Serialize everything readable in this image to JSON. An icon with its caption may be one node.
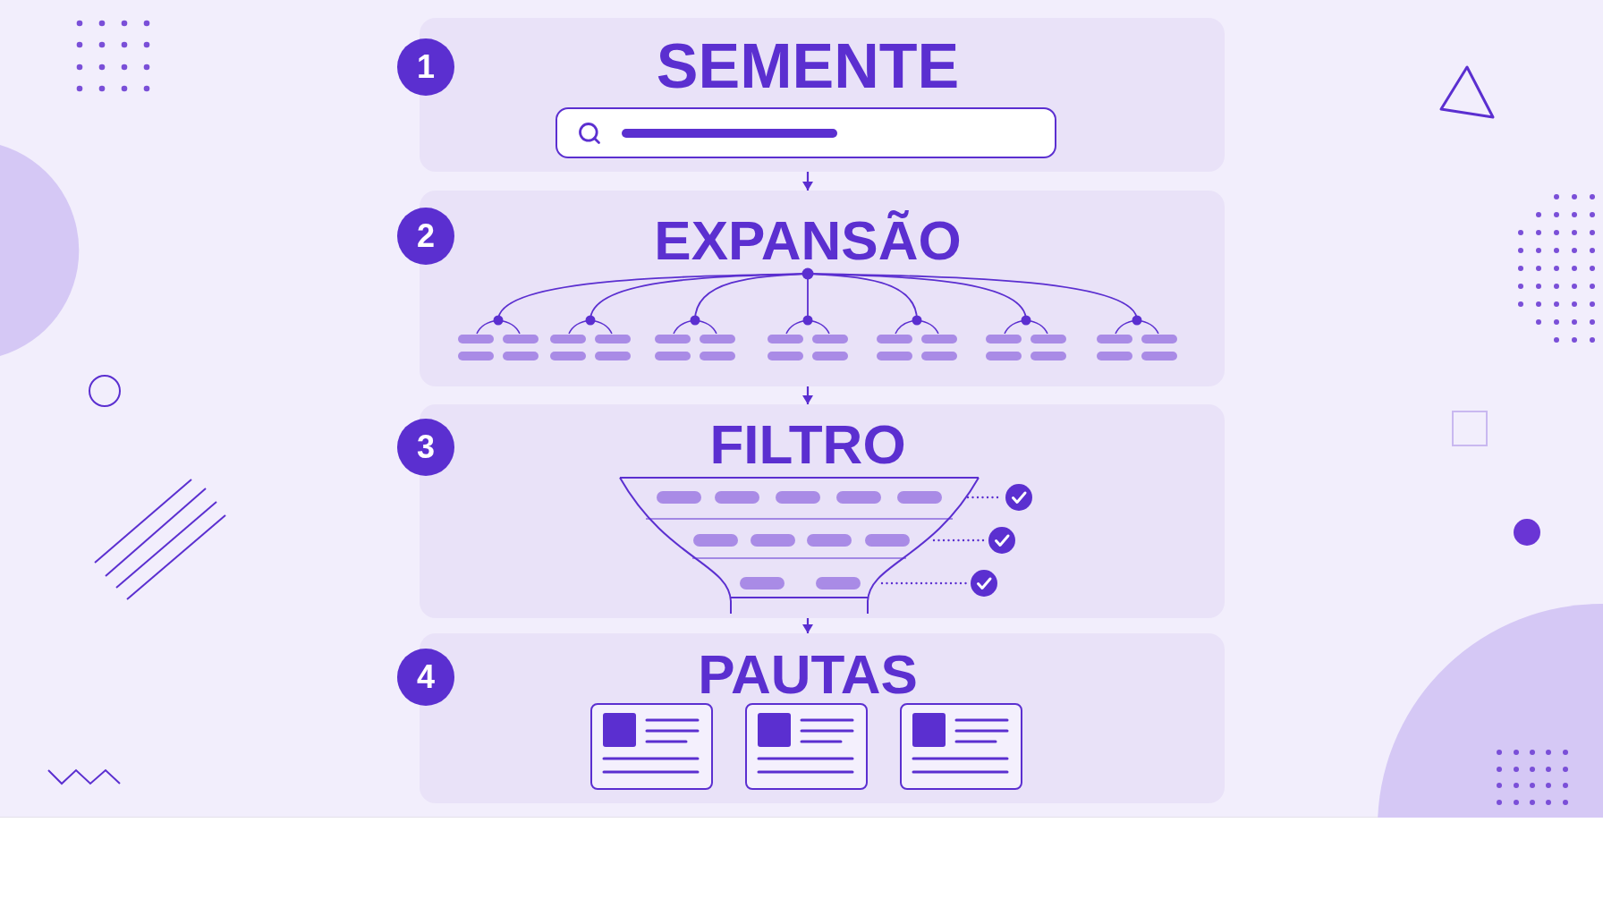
{
  "diagram": {
    "nodes": [
      {
        "text": [
          "1"
        ]
      },
      {
        "text": [
          "SEMENTE"
        ]
      },
      {
        "text": [
          "2"
        ]
      },
      {
        "text": [
          "EXPANSÃO"
        ]
      },
      {
        "text": [
          "3"
        ]
      },
      {
        "text": [
          "FILTRO"
        ]
      },
      {
        "text": [
          "4"
        ]
      },
      {
        "text": [
          "PAUTAS"
        ]
      }
    ],
    "edges": [
      {
        "from": 1,
        "to": 3,
        "arrow": "to"
      },
      {
        "from": 3,
        "to": 5,
        "arrow": "to"
      },
      {
        "from": 5,
        "to": 7,
        "arrow": "to"
      }
    ]
  }
}
